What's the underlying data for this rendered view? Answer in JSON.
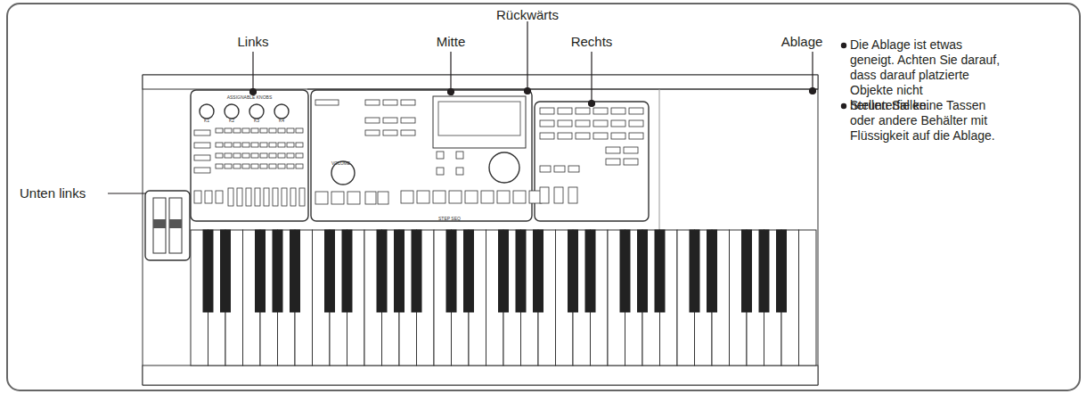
{
  "diagram": {
    "labels": [
      "Rückwärts",
      "Links",
      "Mitte",
      "Rechts",
      "Ablage",
      "Unten links",
      "Die Ablage ist etwas geneigt. Achten Sie darauf, dass darauf platzierte Objekte nicht herunterfallen.",
      "Stellen Sie keine Tassen oder andere Behälter mit Flüssigkeit auf die Ablage.",
      "ASSIGNABLE KNOBS",
      "K1",
      "K2",
      "K3",
      "K4",
      "VOLUME",
      "STEP SEQ"
    ]
  }
}
